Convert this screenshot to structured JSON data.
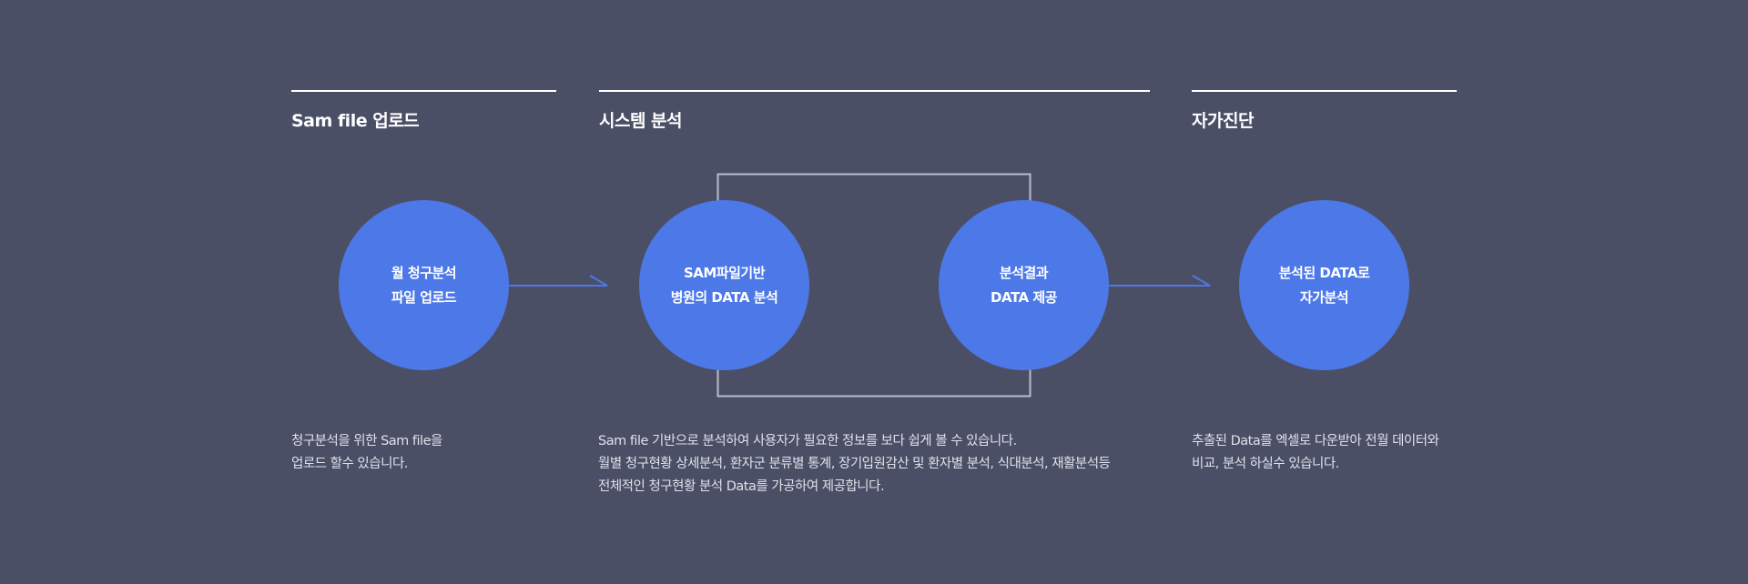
{
  "colors": {
    "background": "#4b4f66",
    "node_fill": "#4c78e8",
    "arrow": "#4c78e8",
    "frame": "#b9bccb",
    "rule": "#ffffff",
    "description_text": "#dfe1ea"
  },
  "sections": [
    {
      "title": "Sam file 업로드"
    },
    {
      "title": "시스템 분석"
    },
    {
      "title": "자가진단"
    }
  ],
  "nodes": [
    {
      "line1": "월 청구분석",
      "line2": "파일 업로드"
    },
    {
      "line1": "SAM파일기반",
      "line2": "병원의 DATA 분석"
    },
    {
      "line1": "분석결과",
      "line2": "DATA 제공"
    },
    {
      "line1": "분석된 DATA로",
      "line2": "자가분석"
    }
  ],
  "descriptions": [
    {
      "lines": [
        "청구분석을 위한 Sam file을",
        "업로드 할수 있습니다."
      ]
    },
    {
      "lines": [
        "Sam file 기반으로 분석하여 사용자가 필요한 정보를 보다 쉽게 볼 수 있습니다.",
        "월별 청구현황 상세분석, 환자군 분류별 통계, 장기입원감산 및 환자별 분석, 식대분석, 재활분석등",
        "전체적인 청구현황 분석 Data를 가공하여 제공합니다."
      ]
    },
    {
      "lines": [
        "추출된 Data를 엑셀로 다운받아 전월 데이터와",
        "비교, 분석 하실수 있습니다."
      ]
    }
  ]
}
